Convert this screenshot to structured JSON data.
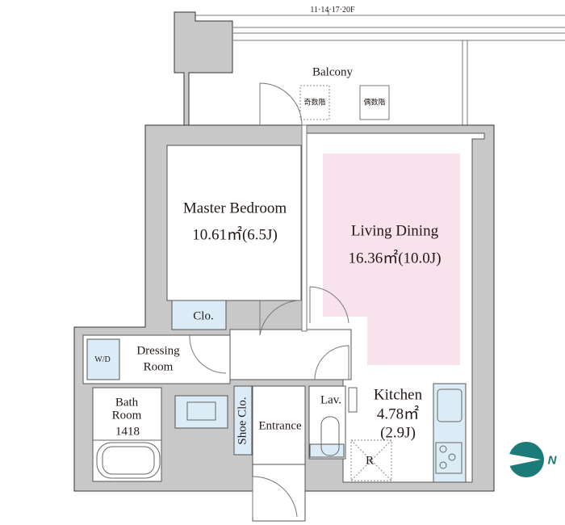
{
  "floors": "11·14·17·20F",
  "balcony": {
    "label": "Balcony",
    "odd_floor": "奇数階",
    "even_floor": "偶数階"
  },
  "rooms": {
    "master_bedroom": {
      "name": "Master Bedroom",
      "area": "10.61㎡(6.5J)"
    },
    "living_dining": {
      "name": "Living Dining",
      "area": "16.36㎡(10.0J)"
    },
    "kitchen": {
      "name": "Kitchen",
      "area": "4.78㎡",
      "jo": "(2.9J)"
    },
    "closet": "Clo.",
    "dressing_room": {
      "line1": "Dressing",
      "line2": "Room"
    },
    "washer": "W/D",
    "bath_room": {
      "line1": "Bath",
      "line2": "Room",
      "size": "1418"
    },
    "shoe_closet": "Shoe Clo.",
    "entrance": "Entrance",
    "lavatory": "Lav.",
    "refrigerator": "R"
  },
  "compass": {
    "label": "N",
    "color": "#1a7b78"
  },
  "colors": {
    "wall": "#c8c8c9",
    "living": "#f8e3ec",
    "fixture": "#dcecf7"
  }
}
